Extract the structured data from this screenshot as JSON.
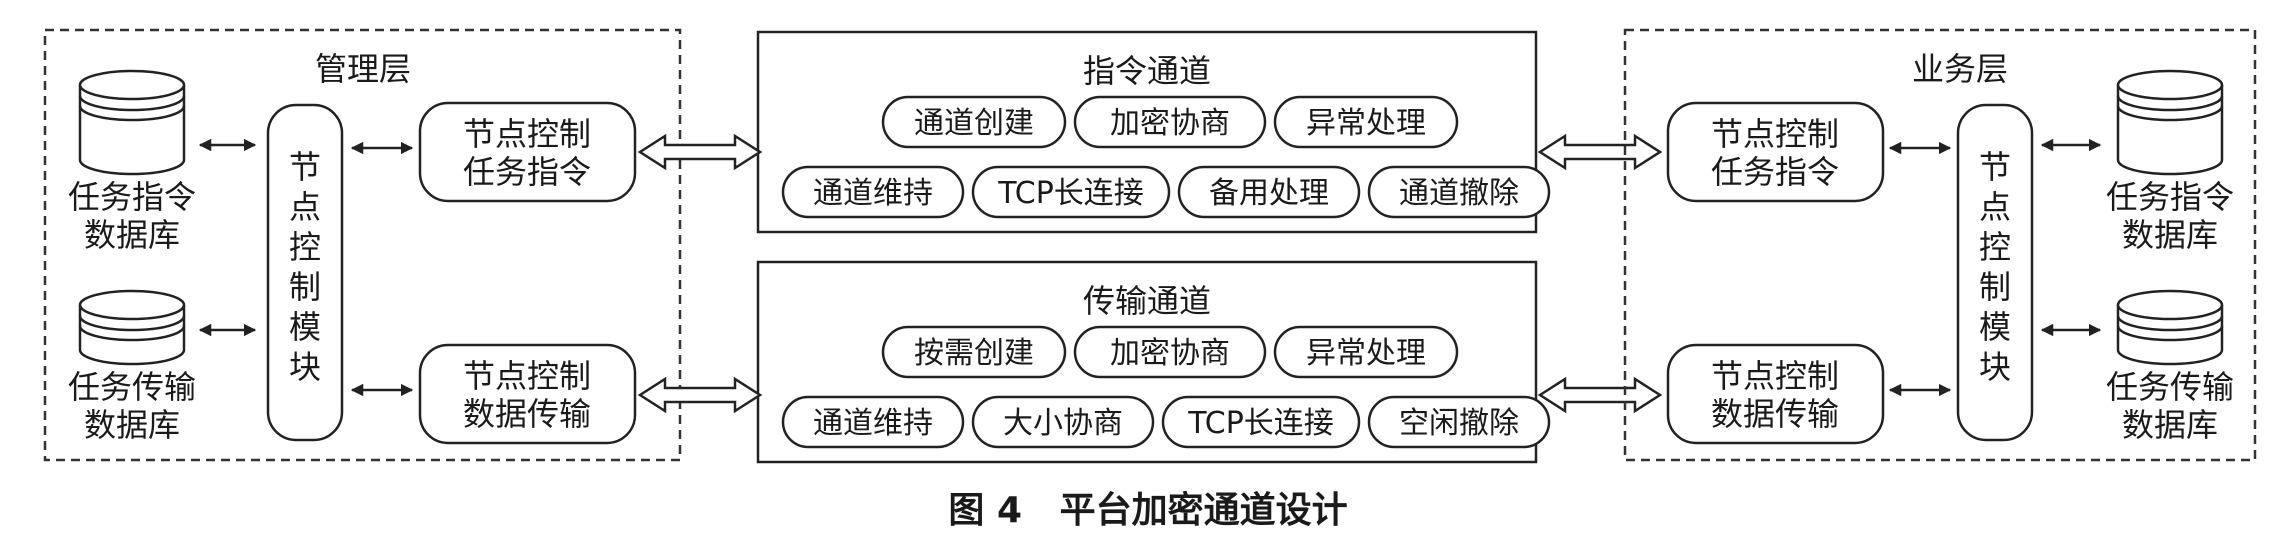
{
  "left_panel": {
    "title": "管理层",
    "db_top_label": [
      "任务指令",
      "数据库"
    ],
    "db_bottom_label": [
      "任务传输",
      "数据库"
    ],
    "module_label": [
      "节",
      "点",
      "控",
      "制",
      "模",
      "块"
    ],
    "task_box_label": [
      "节点控制",
      "任务指令"
    ],
    "data_box_label": [
      "节点控制",
      "数据传输"
    ]
  },
  "right_panel": {
    "title": "业务层",
    "db_top_label": [
      "任务指令",
      "数据库"
    ],
    "db_bottom_label": [
      "任务传输",
      "数据库"
    ],
    "module_label": [
      "节",
      "点",
      "控",
      "制",
      "模",
      "块"
    ],
    "task_box_label": [
      "节点控制",
      "任务指令"
    ],
    "data_box_label": [
      "节点控制",
      "数据传输"
    ]
  },
  "command_channel": {
    "title": "指令通道",
    "row1": [
      "通道创建",
      "加密协商",
      "异常处理"
    ],
    "row2": [
      "通道维持",
      "TCP长连接",
      "备用处理",
      "通道撤除"
    ]
  },
  "transport_channel": {
    "title": "传输通道",
    "row1": [
      "按需创建",
      "加密协商",
      "异常处理"
    ],
    "row2": [
      "通道维持",
      "大小协商",
      "TCP长连接",
      "空闲撤除"
    ]
  },
  "caption": "图 4   平台加密通道设计"
}
